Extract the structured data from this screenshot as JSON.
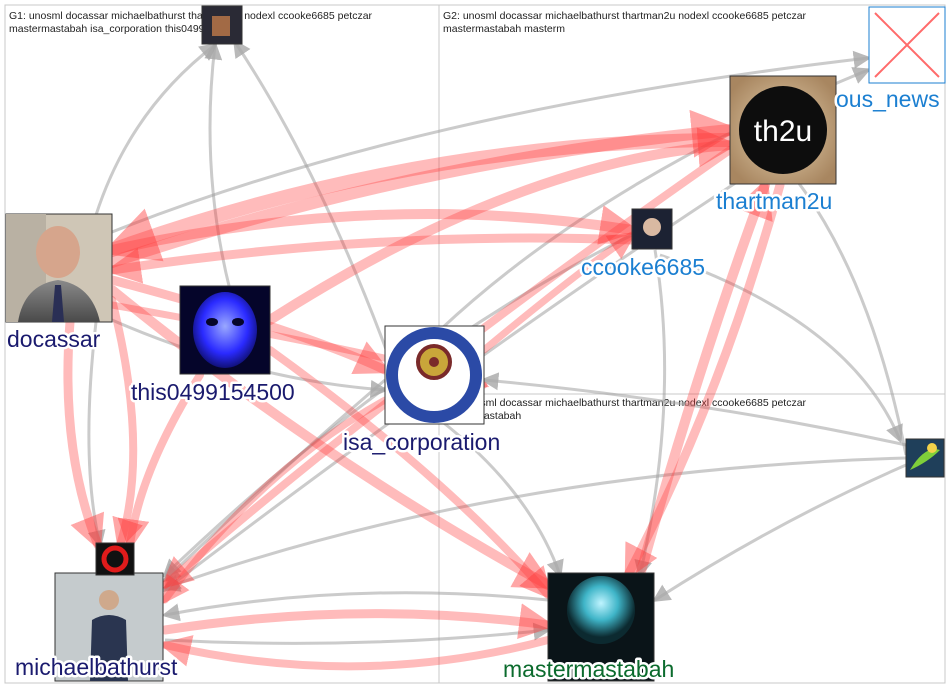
{
  "groups": [
    {
      "id": "G1",
      "label": "G1: unosml docassar michaelbathurst thartman2u nodexl ccooke6685 petczar",
      "label2": "mastermastabah isa_corporation this0499154500"
    },
    {
      "id": "G2",
      "label": "G2: unosml docassar michaelbathurst thartman2u nodexl ccooke6685 petczar",
      "label2": "mastermastabah masterm"
    },
    {
      "id": "G3",
      "label": "G3: unosml docassar michaelbathurst thartman2u nodexl ccooke6685 petczar",
      "label2": "mastermastabah"
    }
  ],
  "nodes": [
    {
      "id": "docassar",
      "label": "docassar",
      "color": "#1a1a6e"
    },
    {
      "id": "this0499154500",
      "label": "this0499154500",
      "color": "#1a1a6e"
    },
    {
      "id": "isa_corporation",
      "label": "isa_corporation",
      "color": "#1a1a6e"
    },
    {
      "id": "michaelbathurst",
      "label": "michaelbathurst",
      "color": "#1a1a6e"
    },
    {
      "id": "thartman2u",
      "label": "thartman2u",
      "color": "#1b7fd1"
    },
    {
      "id": "ccooke6685",
      "label": "ccooke6685",
      "color": "#1b7fd1"
    },
    {
      "id": "mastermastabah",
      "label": "mastermastabah",
      "color": "#0b6b2d"
    },
    {
      "id": "news",
      "label": "ous_news",
      "color": "#1b7fd1"
    },
    {
      "id": "unosml",
      "label": "",
      "color": "#1a1a6e"
    },
    {
      "id": "g1top",
      "label": "",
      "color": "#1a1a6e"
    },
    {
      "id": "greenlogo",
      "label": "",
      "color": "#0b6b2d"
    }
  ],
  "avatar_text": {
    "thartman2u": "th2u"
  },
  "colors": {
    "strong_edge": "#ff3b3b",
    "weak_edge": "#b0b0b0",
    "frame": "#c8c8c8"
  }
}
